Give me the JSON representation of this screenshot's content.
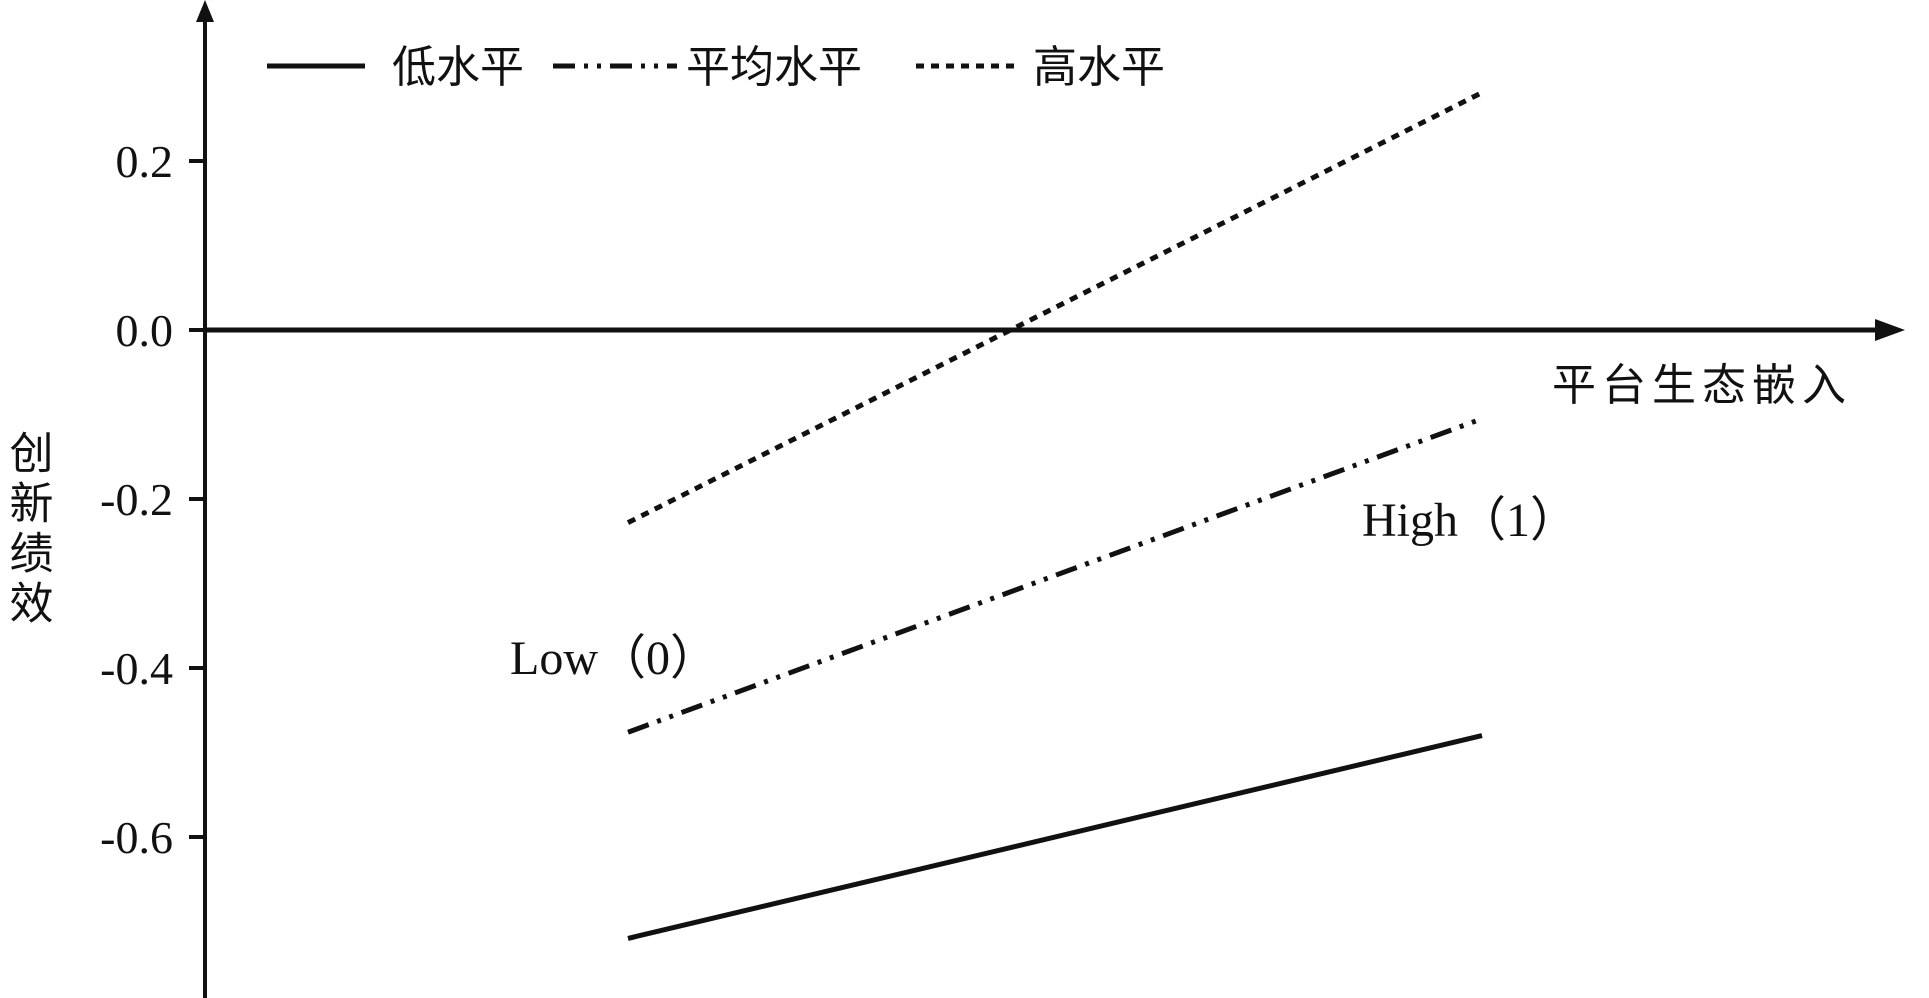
{
  "chart_data": {
    "type": "line",
    "title": "",
    "xlabel": "平台生态嵌入",
    "ylabel": "创新绩效",
    "x": [
      0,
      1
    ],
    "x_tick_labels": [
      "Low（0）",
      "High（1）"
    ],
    "y_ticks": [
      0.2,
      0.0,
      -0.2,
      -0.4,
      -0.6
    ],
    "y_tick_labels": [
      "0.2",
      "0.0",
      "-0.2",
      "-0.4",
      "-0.6"
    ],
    "ylim": [
      -0.78,
      0.39
    ],
    "grid": false,
    "legend_position": "top-left",
    "series": [
      {
        "name": "低水平",
        "style": "solid",
        "values": [
          -0.72,
          -0.48
        ]
      },
      {
        "name": "平均水平",
        "style": "dash-dot-dot",
        "values": [
          -0.476,
          -0.105
        ]
      },
      {
        "name": "高水平",
        "style": "dotted",
        "values": [
          -0.228,
          0.281
        ]
      }
    ]
  }
}
